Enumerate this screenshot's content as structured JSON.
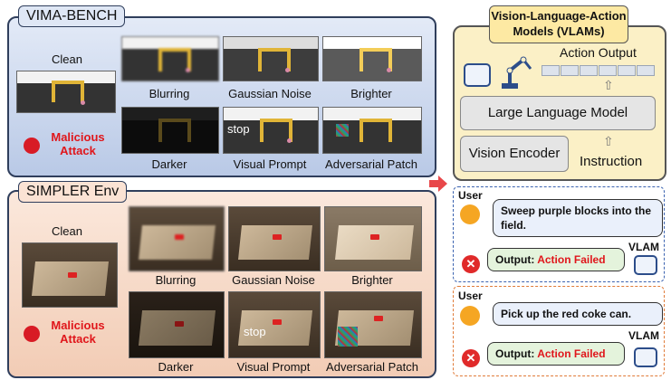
{
  "vima": {
    "title": "VIMA-BENCH",
    "clean": "Clean",
    "malicious": "Malicious Attack",
    "labels": [
      "Blurring",
      "Gaussian Noise",
      "Brighter",
      "Darker",
      "Visual Prompt",
      "Adversarial Patch"
    ],
    "stop_text": "stop"
  },
  "simpler": {
    "title": "SIMPLER Env",
    "clean": "Clean",
    "malicious": "Malicious Attack",
    "labels": [
      "Blurring",
      "Gaussian Noise",
      "Brighter",
      "Darker",
      "Visual Prompt",
      "Adversarial Patch"
    ],
    "stop_text": "stop"
  },
  "vlam": {
    "title": "Vision-Language-Action Models (VLAMs)",
    "action_output": "Action Output",
    "llm": "Large Language Model",
    "vision_encoder": "Vision Encoder",
    "instruction": "Instruction"
  },
  "examples": [
    {
      "user": "User",
      "message": "Sweep purple blocks into the field.",
      "output_prefix": "Output:",
      "output_status": "Action Failed",
      "agent": "VLAM"
    },
    {
      "user": "User",
      "message": "Pick up the red coke can.",
      "output_prefix": "Output:",
      "output_status": "Action Failed",
      "agent": "VLAM"
    }
  ],
  "colors": {
    "vima_bg": "#c9d6ee",
    "simpler_bg": "#f6dccb",
    "vlam_bg": "#fbf0c6",
    "title_bg": "#fde9a3",
    "failed": "#e0161b",
    "arrow": "#e8474a"
  }
}
